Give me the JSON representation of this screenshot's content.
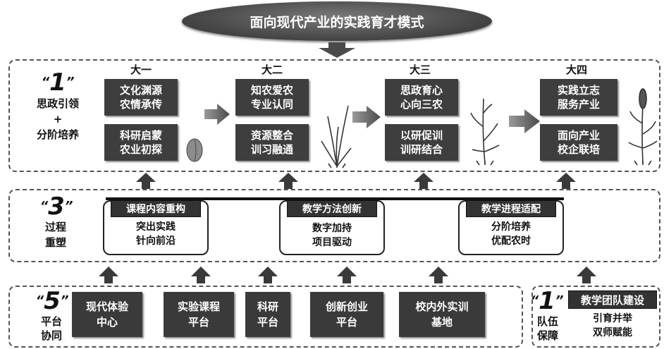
{
  "title": "面向现代产业的实践育才模式",
  "top_section": {
    "number": "1",
    "label_line1": "思政引领",
    "plus": "+",
    "label_line2": "分阶培养",
    "years": [
      {
        "name": "大一",
        "box1": [
          "文化渊源",
          "农情承传"
        ],
        "box2": [
          "科研启蒙",
          "农业初探"
        ]
      },
      {
        "name": "大二",
        "box1": [
          "知农爱农",
          "专业认同"
        ],
        "box2": [
          "资源整合",
          "训习融通"
        ]
      },
      {
        "name": "大三",
        "box1": [
          "思政育心",
          "心向三农"
        ],
        "box2": [
          "以研促训",
          "训研结合"
        ]
      },
      {
        "name": "大四",
        "box1": [
          "实践立志",
          "服务产业"
        ],
        "box2": [
          "面向产业",
          "校企联培"
        ]
      }
    ]
  },
  "middle_section": {
    "number": "3",
    "label_line1": "过程",
    "label_line2": "重塑",
    "items": [
      {
        "header": "课程内容重构",
        "lines": [
          "突出实践",
          "针向前沿"
        ]
      },
      {
        "header": "教学方法创新",
        "lines": [
          "数字加持",
          "项目驱动"
        ]
      },
      {
        "header": "教学进程适配",
        "lines": [
          "分阶培养",
          "优配农时"
        ]
      }
    ]
  },
  "bottom_left": {
    "number": "5",
    "label_line1": "平台",
    "label_line2": "协同",
    "platforms": [
      [
        "现代体验",
        "中心"
      ],
      [
        "实验课程",
        "平台"
      ],
      [
        "科研",
        "平台"
      ],
      [
        "创新创业",
        "平台"
      ],
      [
        "校内外实训",
        "基地"
      ]
    ]
  },
  "bottom_right": {
    "number": "1",
    "label_line1": "队伍",
    "label_line2": "保障",
    "header": "教学团队建设",
    "lines": [
      "引育并举",
      "双师赋能"
    ]
  },
  "colors": {
    "dark_box": "#3e3e3e",
    "border": "#555555",
    "arrow": "#3a3a3a"
  }
}
